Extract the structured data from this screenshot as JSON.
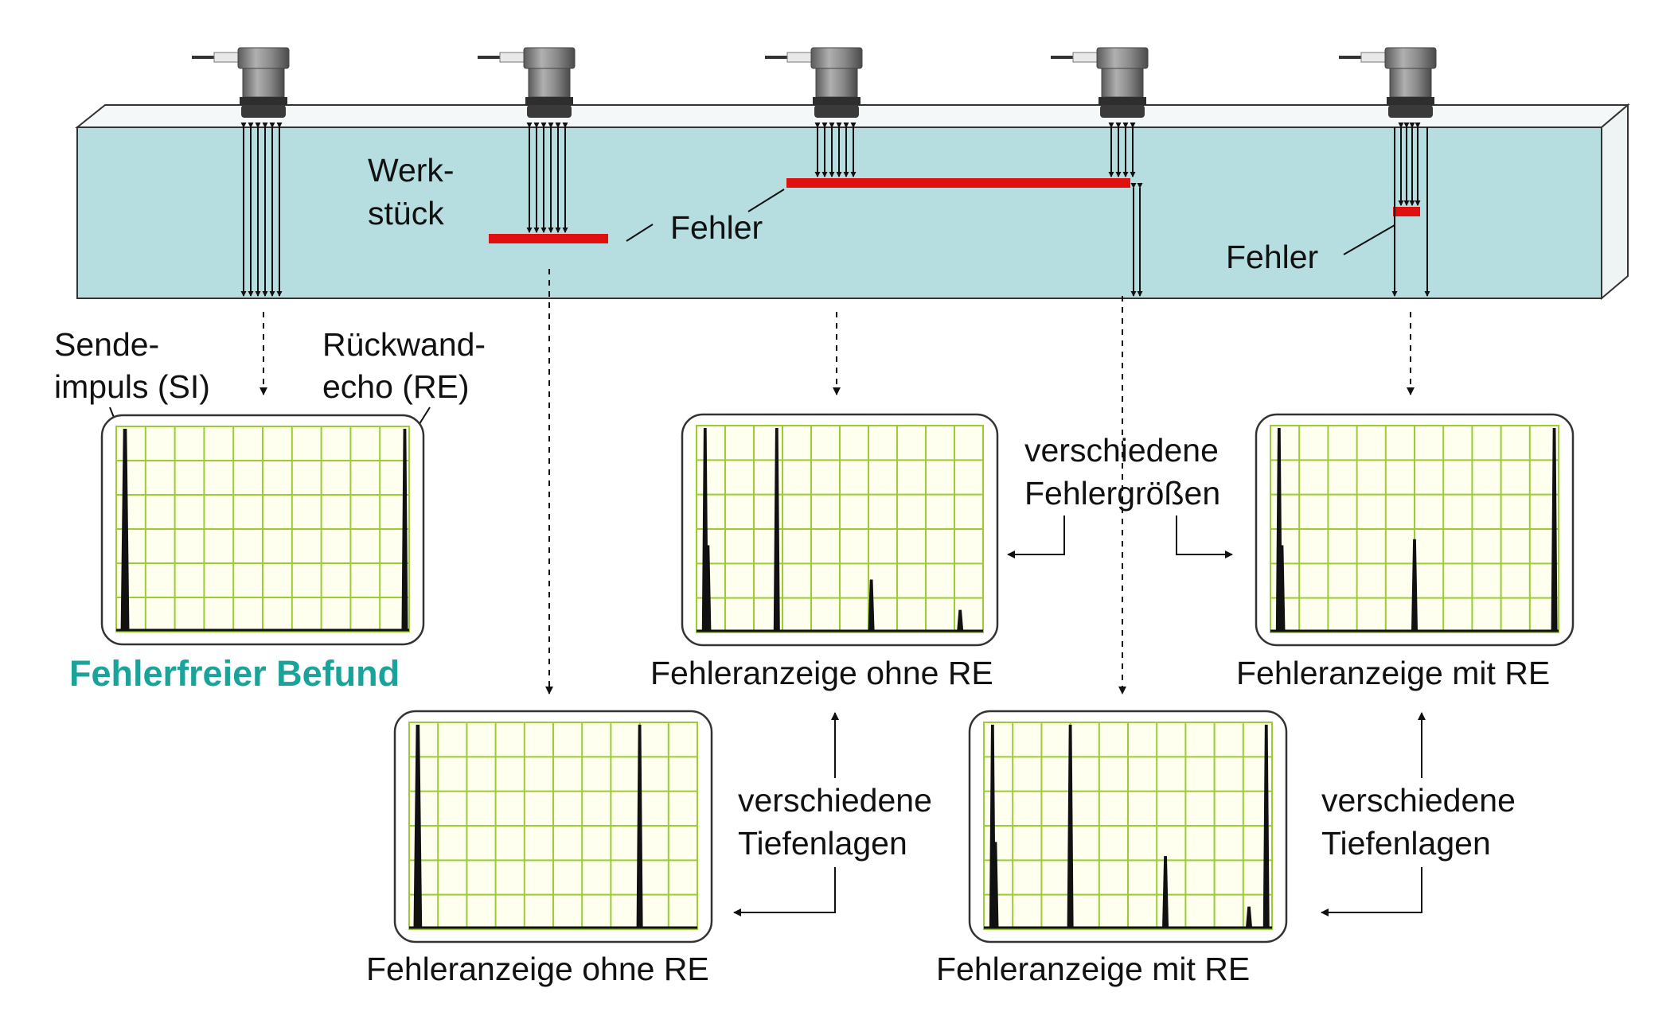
{
  "labels": {
    "workpiece": [
      "Werk-",
      "stück"
    ],
    "defect_1": "Fehler",
    "defect_2": "Fehler",
    "send_pulse": [
      "Sende-",
      "impuls (SI)"
    ],
    "back_echo": [
      "Rückwand-",
      "echo (RE)"
    ],
    "different_sizes": [
      "verschiedene",
      "Fehlergrößen"
    ],
    "different_depths_left": [
      "verschiedene",
      "Tiefenlagen"
    ],
    "different_depths_right": [
      "verschiedene",
      "Tiefenlagen"
    ]
  },
  "result_label": "Fehlerfreier  Befund",
  "captions": {
    "screen_2": "Fehleranzeige ohne RE",
    "screen_3": "Fehleranzeige mit RE",
    "screen_4": "Fehleranzeige ohne RE",
    "screen_5": "Fehleranzeige mit RE"
  },
  "colors": {
    "workpiece_fill": "#b6dde0",
    "workpiece_top": "#f4f8f8",
    "defect": "#e01010",
    "screen_bg": "#fffff0",
    "grid": "#9acd32",
    "trace": "#111111",
    "result_text": "#1aa39a",
    "probe_body": "#7a7a7a"
  },
  "icons": [
    "ultrasonic-probe-icon"
  ]
}
